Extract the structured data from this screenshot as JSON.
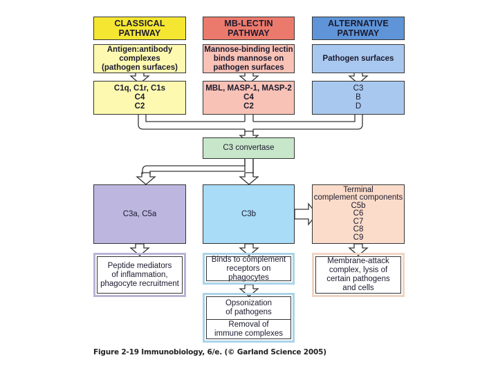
{
  "pathways": [
    {
      "id": "classical",
      "title_lines": [
        "CLASSICAL",
        "PATHWAY"
      ],
      "trigger_lines": [
        "Antigen:antibody",
        "complexes",
        "(pathogen surfaces)"
      ],
      "components_lines": [
        "C1q, C1r, C1s",
        "C4",
        "C2"
      ],
      "colors": {
        "header": "#f5e632",
        "body": "#fdf9b0"
      }
    },
    {
      "id": "mb-lectin",
      "title_lines": [
        "MB-LECTIN",
        "PATHWAY"
      ],
      "trigger_lines": [
        "Mannose-binding lectin",
        "binds mannose on",
        "pathogen surfaces"
      ],
      "components_lines": [
        "MBL, MASP-1, MASP-2",
        "C4",
        "C2"
      ],
      "colors": {
        "header": "#ec7a6c",
        "body": "#f9c2b6"
      }
    },
    {
      "id": "alternative",
      "title_lines": [
        "ALTERNATIVE",
        "PATHWAY"
      ],
      "trigger_lines": [
        "Pathogen surfaces"
      ],
      "components_lines": [
        "C3",
        "B",
        "D"
      ],
      "colors": {
        "header": "#5f95d8",
        "body": "#a9c8ef"
      }
    }
  ],
  "convertase": {
    "label": "C3  convertase",
    "color": "#c8e6c9"
  },
  "products": [
    {
      "id": "anaphylatoxins",
      "label": "C3a,  C5a",
      "color": "#bdb7e0"
    },
    {
      "id": "c3b",
      "label": "C3b",
      "color": "#a8dcf7"
    },
    {
      "id": "terminal",
      "lines": [
        "Terminal",
        "complement components",
        "C5b",
        "C6",
        "C7",
        "C8",
        "C9"
      ],
      "color": "#fbdcca"
    }
  ],
  "outcomes": [
    {
      "id": "peptide-mediators",
      "lines": [
        "Peptide mediators",
        "of inflammation,",
        "phagocyte recruitment"
      ],
      "border_color": "#b8b3d6"
    },
    {
      "id": "binds-receptors",
      "lines": [
        "Binds to complement",
        "receptors on phagocytes"
      ],
      "border_color": "#a9d3ea"
    },
    {
      "id": "membrane-attack",
      "lines": [
        "Membrane-attack",
        "complex, lysis of",
        "certain pathogens",
        "and cells"
      ],
      "border_color": "#f0d4c2"
    }
  ],
  "c3b_effects": {
    "opsonization_lines": [
      "Opsonization",
      "of pathogens"
    ],
    "removal_lines": [
      "Removal of",
      "immune complexes"
    ],
    "border_color": "#a9d3ea"
  },
  "caption": "Figure 2-19  Immunobiology, 6/e. (© Garland Science 2005)"
}
